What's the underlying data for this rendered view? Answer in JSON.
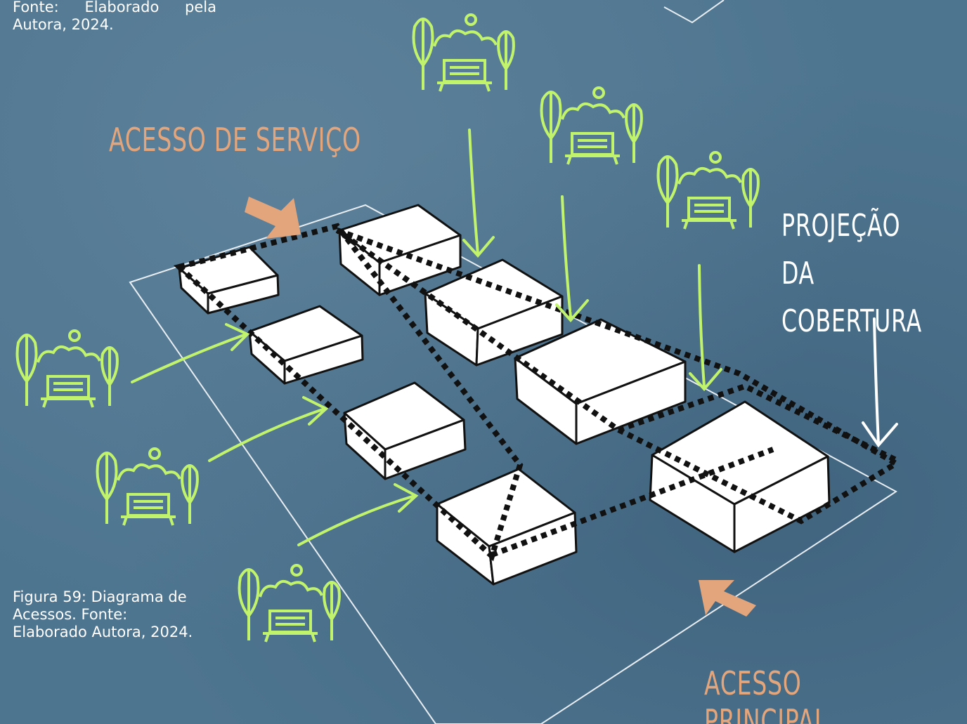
{
  "captions": {
    "top": "Fonte:  Elaborado  pela Autora, 2024.",
    "bottom": "Figura 59: Diagrama de Acessos. Fonte: Elaborado Autora, 2024."
  },
  "labels": {
    "service_access": "ACESSO DE SERVIÇO",
    "main_access": "ACESSO PRINCIPAL",
    "roof_line1": "PROJEÇÃO DA",
    "roof_line2": "COBERTURA"
  },
  "icons": {
    "park": "park-bench-trees-icon",
    "access_arrow": "access-arrow-icon"
  },
  "colors": {
    "background": "#4e7590",
    "park_icon": "#c2f36d",
    "access_label": "#e3a57c",
    "roof_label": "#ffffff",
    "volume_fill": "#ffffff",
    "dotted_outline": "#111111"
  }
}
